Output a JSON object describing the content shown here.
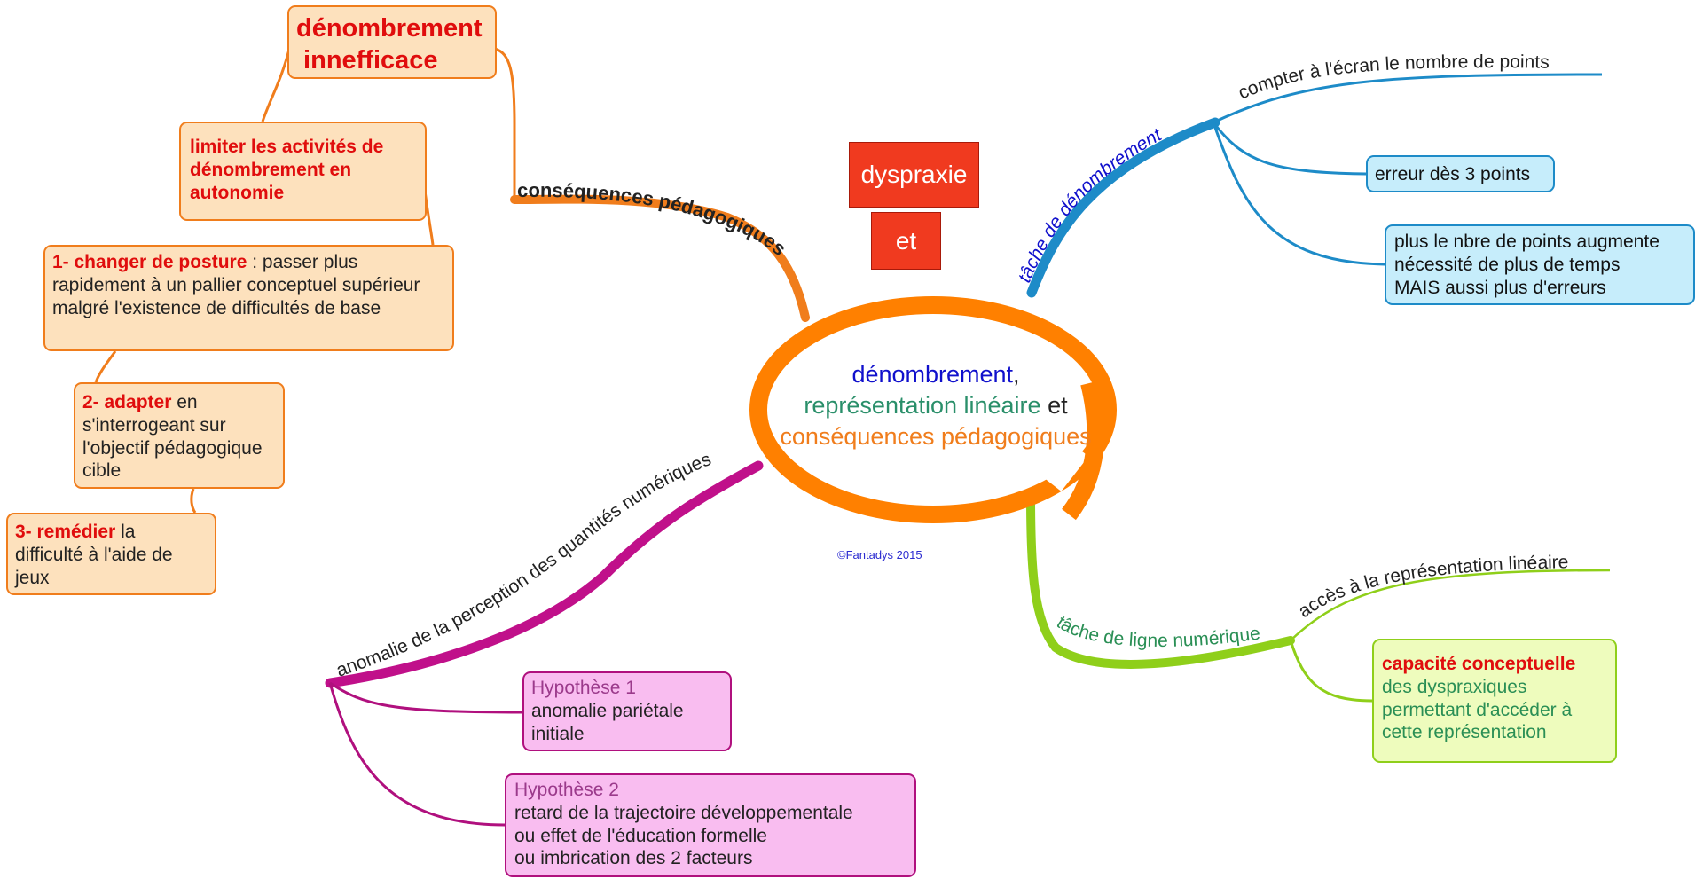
{
  "colors": {
    "orange_branch": "#f07d1c",
    "center_loop": "#ff8000",
    "blue_branch": "#1d8bc8",
    "green_branch": "#8fcf1a",
    "purple_branch": "#c0108a",
    "red_box": "#f03a1f",
    "red_text": "#e00d0d",
    "blue_text": "#1010cc",
    "green_text": "#2a8f55"
  },
  "title_boxes": {
    "top": "dyspraxie",
    "bottom": "et"
  },
  "center": {
    "line1": "dénombrement",
    "line1_comma": ",",
    "line2": "représentation linéaire",
    "line2_suffix": " et",
    "line3": "conséquences pédagogiques"
  },
  "copyright": "©Fantadys 2015",
  "branches": {
    "pedagogy": {
      "label": "conséquences pédagogiques",
      "nodes": {
        "ineffective": {
          "line1": "dénombrement",
          "line2": " innefficace"
        },
        "limit": {
          "text": "limiter les activités de dénombrement en autonomie"
        },
        "step1": {
          "bold": "1- changer de posture",
          "rest": " : passer plus rapidement à un pallier conceptuel supérieur malgré l'existence de difficultés de base"
        },
        "step2": {
          "bold": "2- adapter",
          "rest": " en s'interrogeant sur l'objectif pédagogique cible"
        },
        "step3": {
          "bold": "3- remédier",
          "rest": " la difficulté à l'aide de jeux"
        }
      }
    },
    "counting": {
      "label": "tâche de dénombrement",
      "sub_label": "compter à l'écran le nombre de points",
      "nodes": {
        "error": "erreur dès 3 points",
        "more": [
          "plus le nbre de points augmente",
          "nécessité de plus de temps",
          "MAIS aussi plus d'erreurs"
        ]
      }
    },
    "numberline": {
      "label": "tâche de ligne numérique",
      "sub_label": "accès à la représentation linéaire",
      "nodes": {
        "capacity_bold": "capacité conceptuelle",
        "capacity_rest": [
          "des dyspraxiques",
          "permettant d'accéder à",
          "cette représentation"
        ]
      }
    },
    "perception": {
      "label": "anomalie de la perception des quantités numériques",
      "nodes": {
        "h1_title": "Hypothèse 1",
        "h1_lines": [
          "anomalie pariétale",
          "initiale"
        ],
        "h2_title": "Hypothèse 2",
        "h2_lines": [
          "retard de la trajectoire développementale",
          "ou effet de l'éducation formelle",
          "ou imbrication des 2 facteurs"
        ]
      }
    }
  }
}
